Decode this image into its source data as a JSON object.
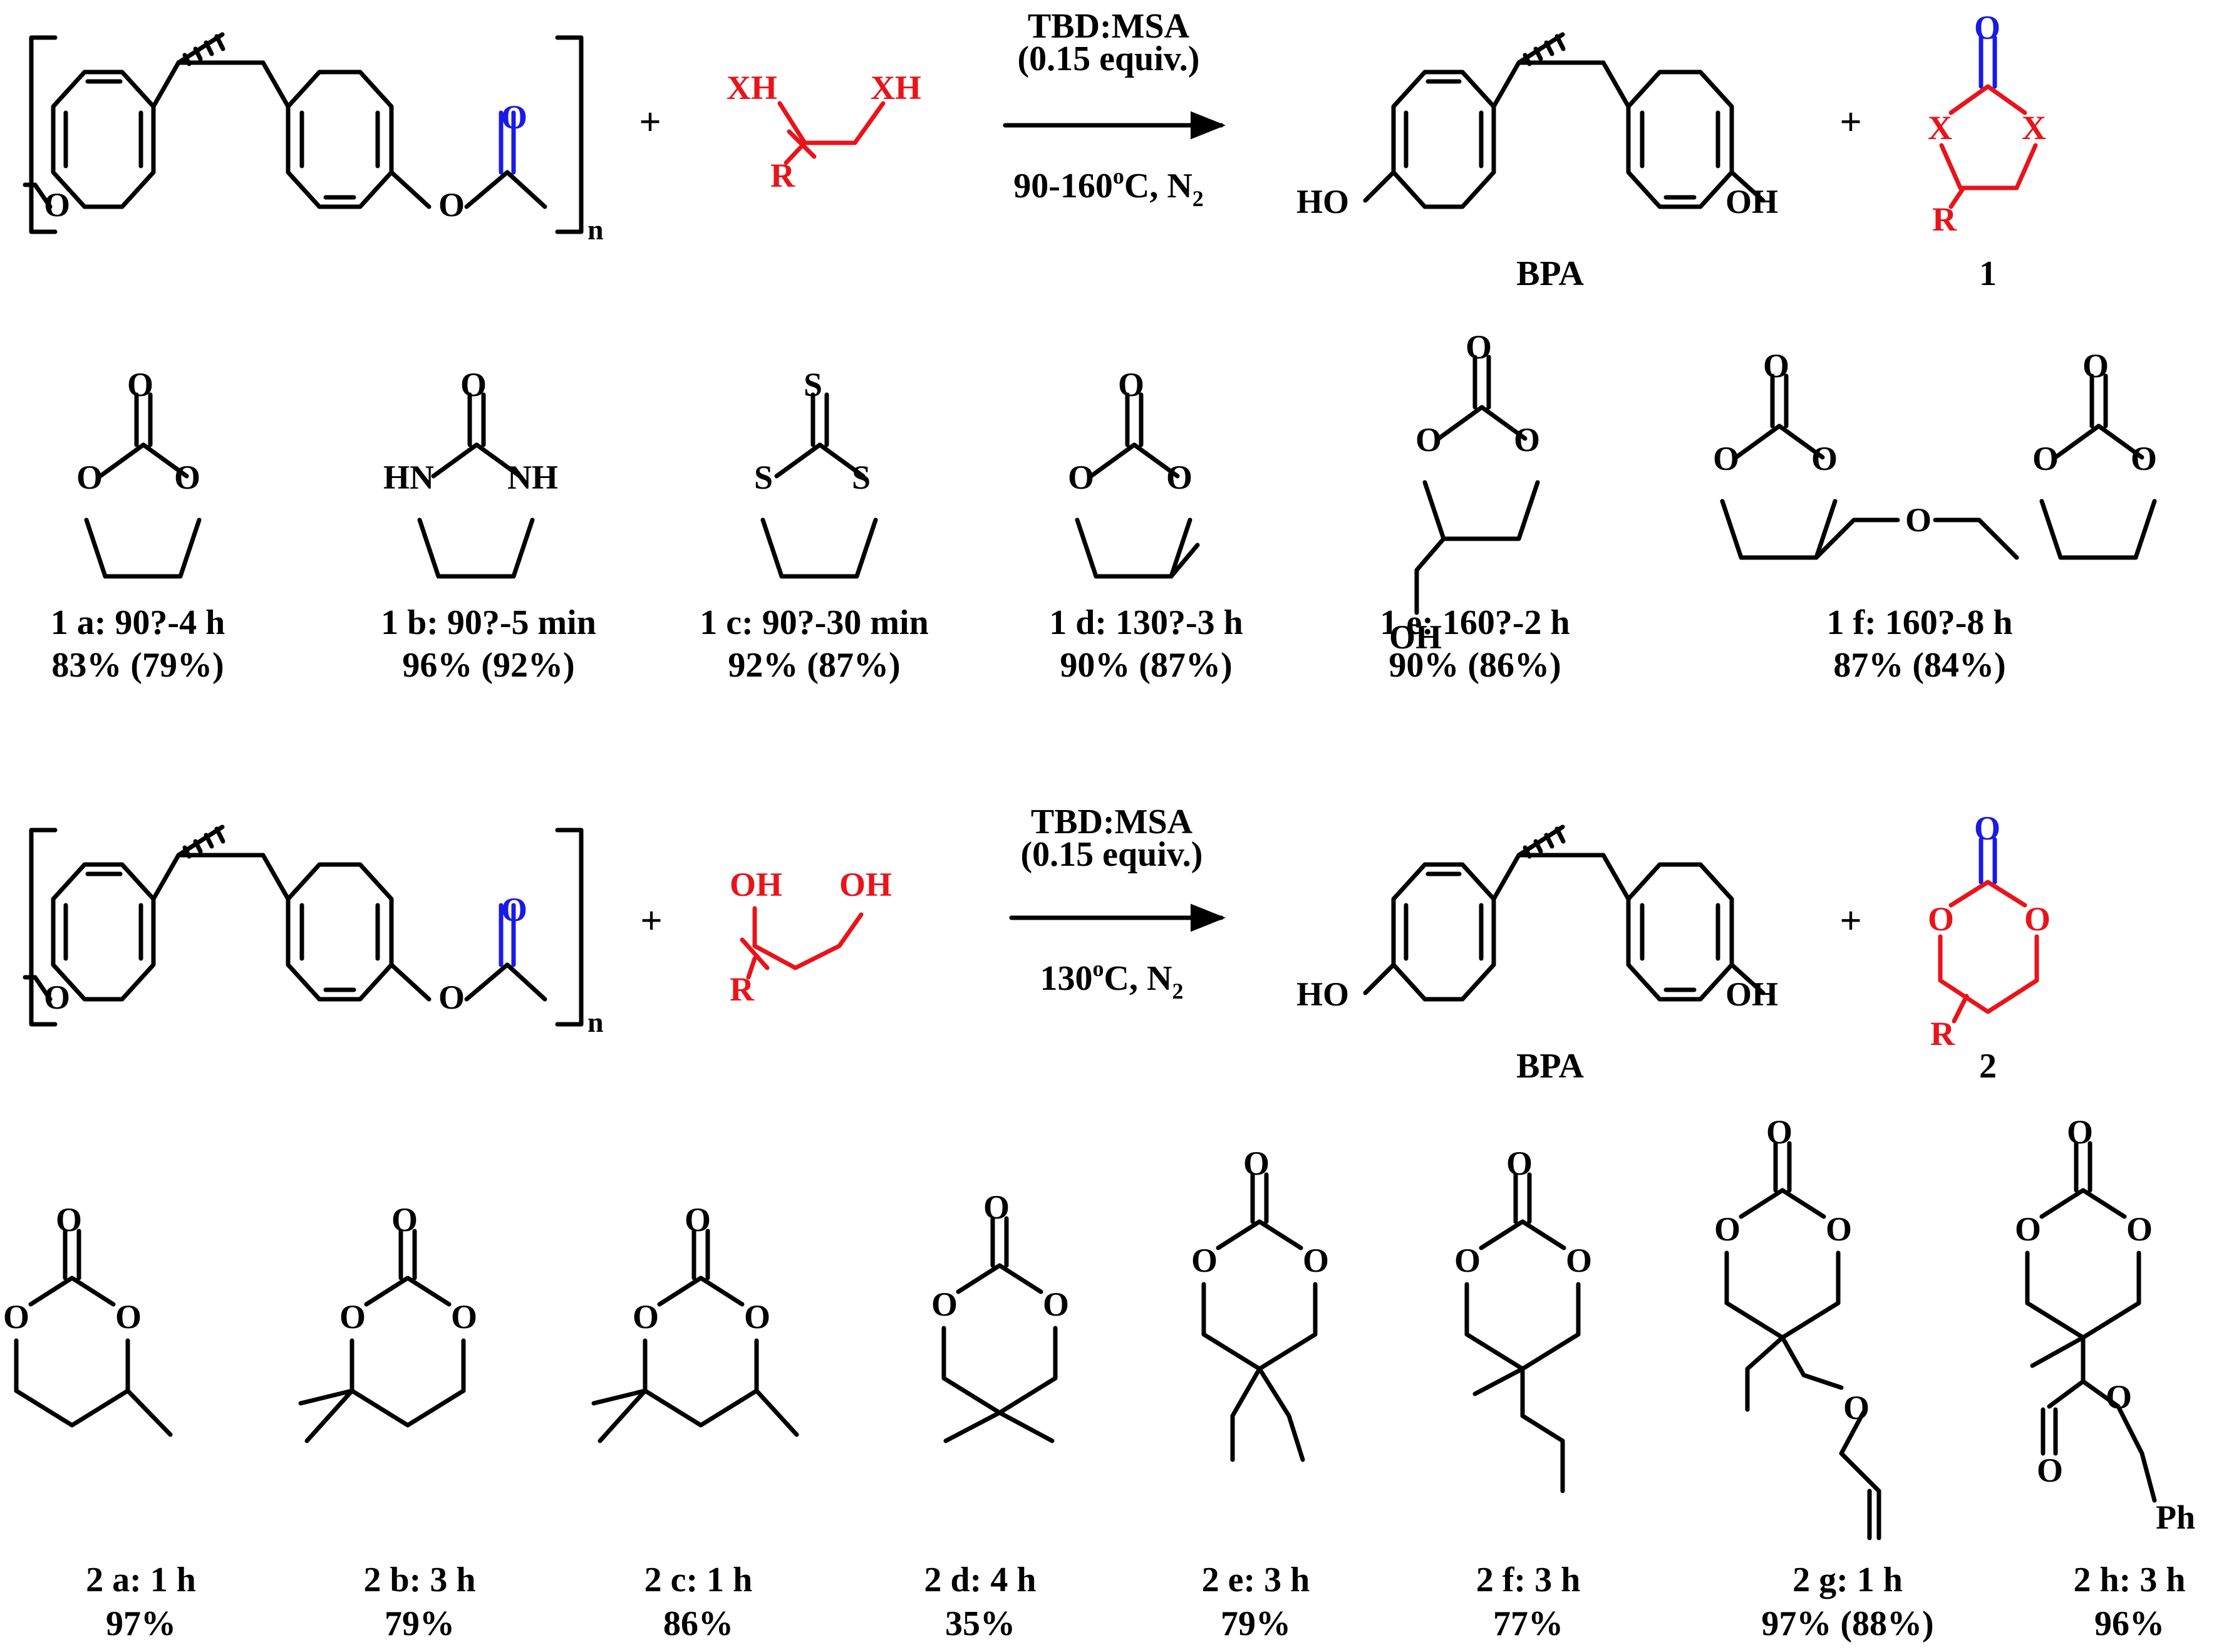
{
  "colors": {
    "bond": "#000000",
    "red": "#e8141a",
    "blue": "#1a1ae6"
  },
  "atoms": {
    "O": "O",
    "HO": "HO",
    "OH": "OH",
    "XH": "XH",
    "X": "X",
    "R": "R",
    "S": "S",
    "HN": "HN",
    "NH": "NH",
    "Ph": "Ph",
    "n": "n"
  },
  "scheme1": {
    "plus": "+",
    "cond_top": "TBD:MSA",
    "cond_equiv": "(0.15 equiv.)",
    "cond_bottom": "90-160",
    "cond_bottom_sup": "o",
    "cond_bottom_tail": "C, N",
    "cond_bottom_sub": "2",
    "label_bpa": "BPA",
    "label_product": "1"
  },
  "scheme2": {
    "plus": "+",
    "cond_top": "TBD:MSA",
    "cond_equiv": "(0.15 equiv.)",
    "cond_bottom": "130",
    "cond_bottom_sup": "o",
    "cond_bottom_tail": "C, N",
    "cond_bottom_sub": "2",
    "label_bpa": "BPA",
    "label_product": "2"
  },
  "row1": [
    {
      "id": "1a",
      "line1": "1 a: 90?-4 h",
      "line2": "83% (79%)"
    },
    {
      "id": "1b",
      "line1": "1 b: 90?-5 min",
      "line2": "96% (92%)"
    },
    {
      "id": "1c",
      "line1": "1 c: 90?-30 min",
      "line2": "92% (87%)"
    },
    {
      "id": "1d",
      "line1": "1 d: 130?-3 h",
      "line2": "90% (87%)"
    },
    {
      "id": "1e",
      "line1": "1 e: 160?-2 h",
      "line2": "90% (86%)"
    },
    {
      "id": "1f",
      "line1": "1 f: 160?-8 h",
      "line2": "87% (84%)"
    }
  ],
  "row2": [
    {
      "id": "2a",
      "line1": "2 a: 1 h",
      "line2": "97%"
    },
    {
      "id": "2b",
      "line1": "2 b: 3 h",
      "line2": "79%"
    },
    {
      "id": "2c",
      "line1": "2 c: 1 h",
      "line2": "86%"
    },
    {
      "id": "2d",
      "line1": "2 d: 4 h",
      "line2": "35%"
    },
    {
      "id": "2e",
      "line1": "2 e: 3 h",
      "line2": "79%"
    },
    {
      "id": "2f",
      "line1": "2 f: 3 h",
      "line2": "77%"
    },
    {
      "id": "2g",
      "line1": "2 g: 1 h",
      "line2": "97% (88%)"
    },
    {
      "id": "2h",
      "line1": "2 h: 3 h",
      "line2": "96%"
    }
  ]
}
